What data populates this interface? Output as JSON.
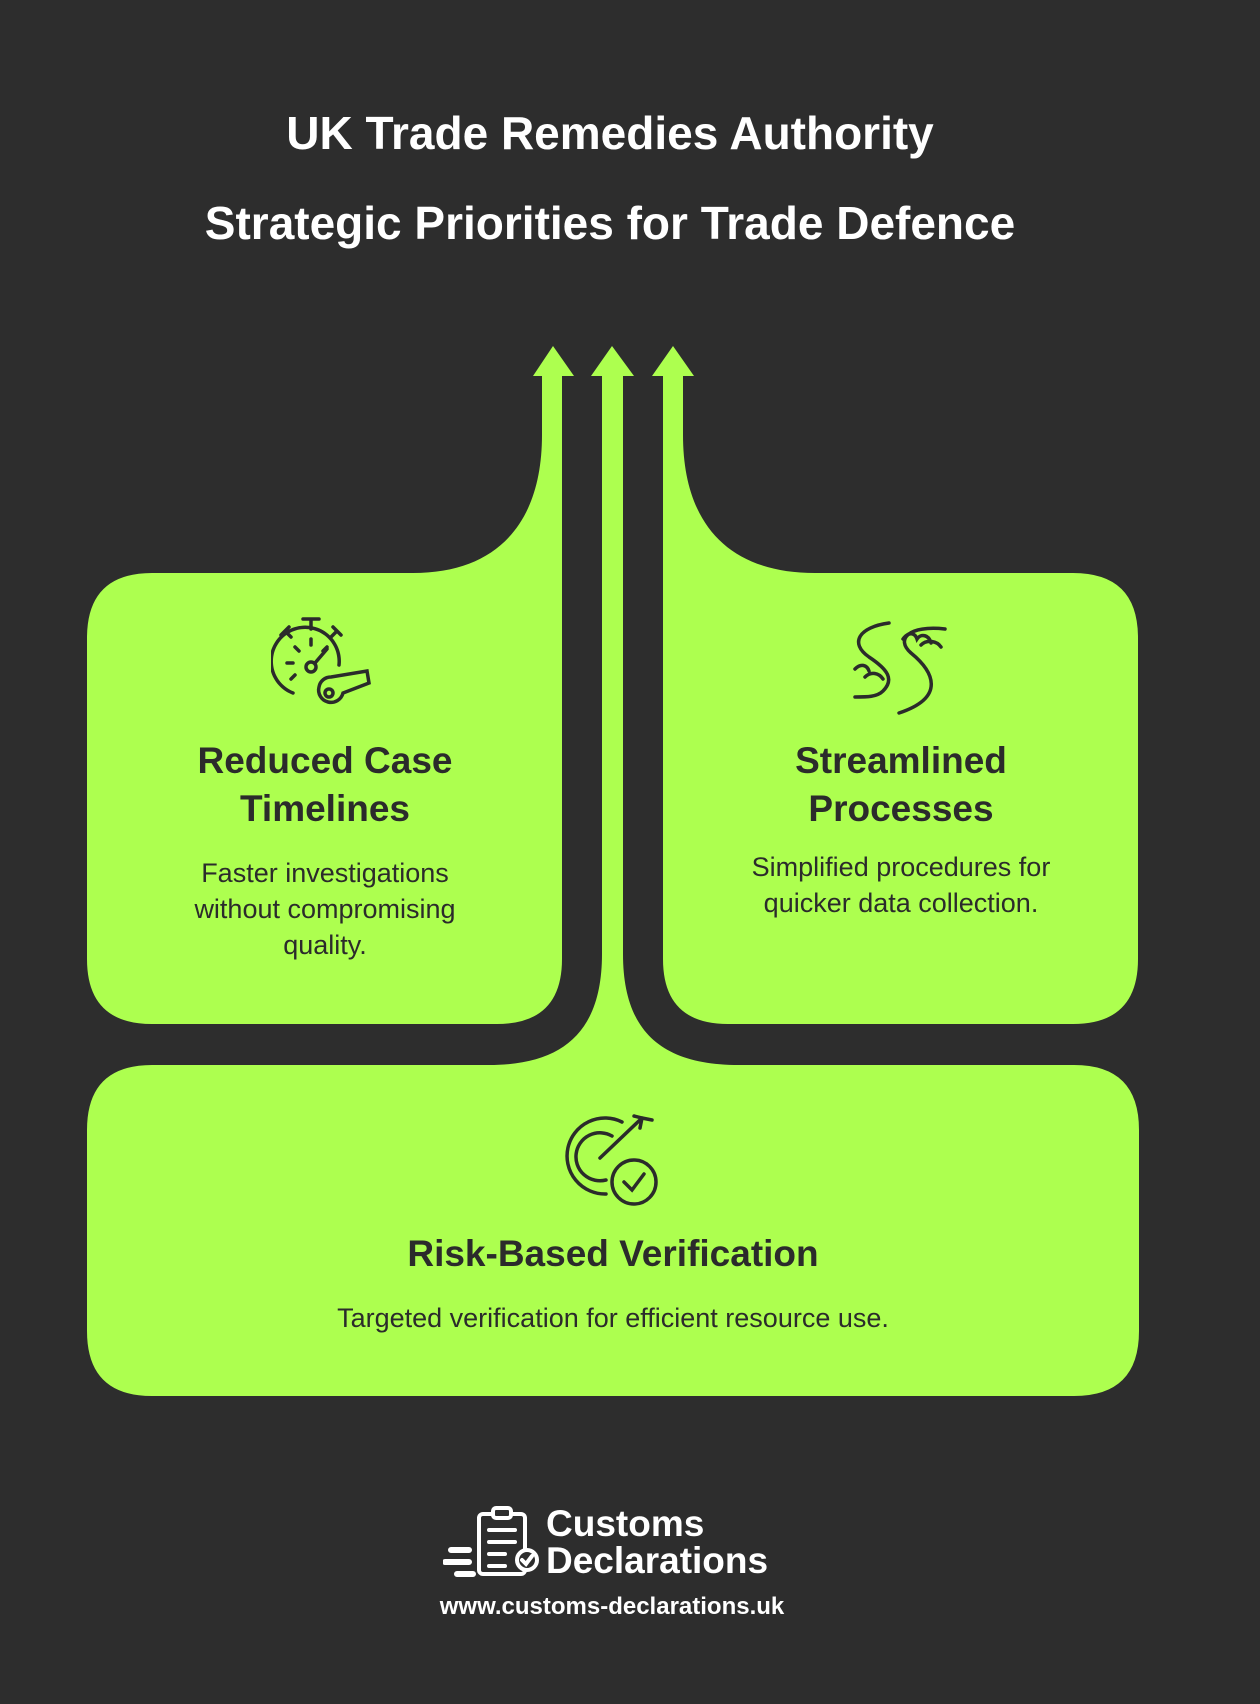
{
  "title": {
    "line1": "UK Trade Remedies Authority",
    "line2": "Strategic Priorities for Trade Defence"
  },
  "colors": {
    "background": "#2d2d2d",
    "accent": "#adff4f",
    "text": "#2b2b2b"
  },
  "cards": [
    {
      "icon": "stopwatch-whistle-icon",
      "heading_lines": [
        "Reduced Case",
        "Timelines"
      ],
      "body_lines": [
        "Faster investigations",
        "without compromising",
        "quality."
      ]
    },
    {
      "icon": "winding-river-icon",
      "heading_lines": [
        "Streamlined",
        "Processes"
      ],
      "body_lines": [
        "Simplified procedures for",
        "quicker data collection."
      ]
    },
    {
      "icon": "target-check-icon",
      "heading_lines": [
        "Risk-Based Verification"
      ],
      "body_lines": [
        "Targeted verification for efficient resource use."
      ]
    }
  ],
  "footer": {
    "logo_line1": "Customs",
    "logo_line2": "Declarations",
    "url": "www.customs-declarations.uk"
  }
}
